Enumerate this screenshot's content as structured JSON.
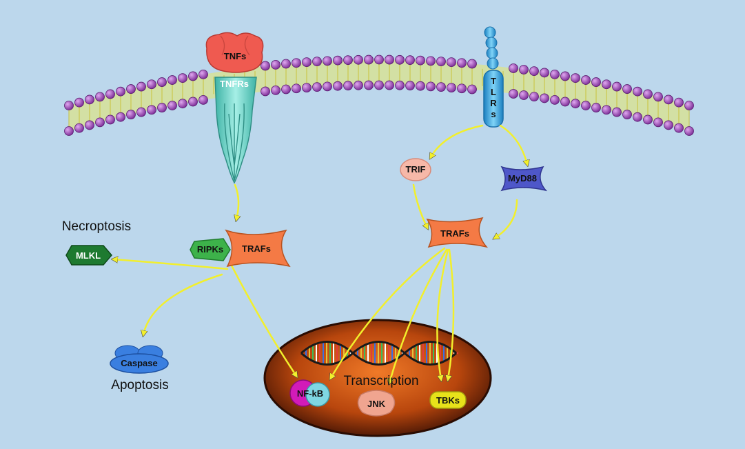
{
  "diagram": {
    "labels": {
      "tnfs": "TNFs",
      "tnfrs": "TNFRs",
      "tlr_letters": [
        "T",
        "L",
        "R",
        "s"
      ],
      "trif": "TRIF",
      "myd88": "MyD88",
      "trafs_left": "TRAFs",
      "trafs_right": "TRAFs",
      "ripks": "RIPKs",
      "mlkl": "MLKL",
      "necroptosis": "Necroptosis",
      "caspase": "Caspase",
      "apoptosis": "Apoptosis",
      "transcription": "Transcription",
      "nfkb": "NF-kB",
      "jnk": "JNK",
      "tbks": "TBKs"
    },
    "colors": {
      "background": "#bcd7ec",
      "lipid_head": "#9b3fb5",
      "lipid_tail": "#e6e86a",
      "arrow": "#f2ef2c",
      "tnf": "#ef5a50",
      "tnfr": "#6fd8cc",
      "tlr": "#29a6e0",
      "traf": "#f47a45",
      "trif": "#f6b8a8",
      "myd88": "#4e57c9",
      "ripk": "#3db24a",
      "mlkl": "#1e7a30",
      "caspase": "#3a7fe0",
      "nucleus": "#b8460d",
      "nfkb_magenta": "#d21bb8",
      "nfkb_cyan": "#7fd7e2",
      "jnk": "#f0a590",
      "tbks": "#e7e21a"
    }
  }
}
